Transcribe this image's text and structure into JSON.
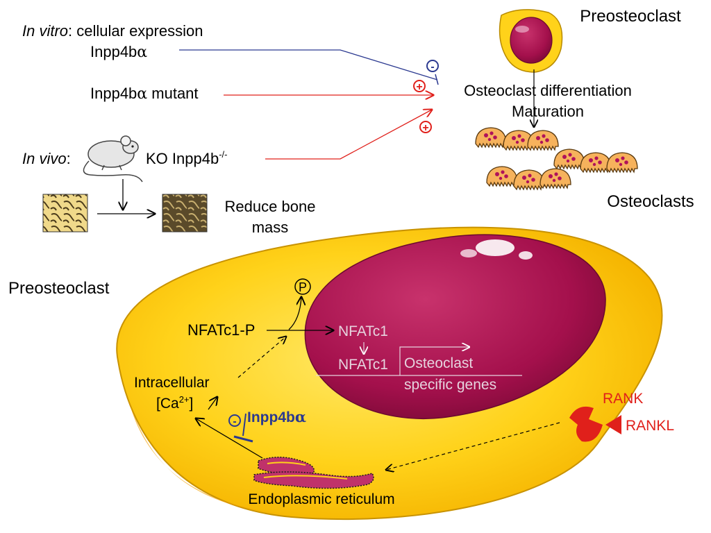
{
  "top": {
    "in_vitro": "In vitro",
    "in_vitro_rest": ": cellular expression",
    "inpp4b": "Inpp4b",
    "alpha": "α",
    "mutant_prefix": "Inpp4b",
    "mutant_suffix": " mutant",
    "in_vivo": "In vivo",
    "in_vivo_colon": ":",
    "ko_prefix": "KO Inpp4b",
    "ko_sup": "-/-",
    "reduce_line1": "Reduce bone",
    "reduce_line2": "mass",
    "minus": "-",
    "plus": "+",
    "preosteoclast": "Preosteoclast",
    "diff_line1": "Osteoclast differentiation",
    "diff_line2": "Maturation",
    "osteoclasts": "Osteoclasts"
  },
  "cell": {
    "preosteoclast": "Preosteoclast",
    "phospho": "P",
    "nfatc1p": "NFATc1-P",
    "nfatc1_a": "NFATc1",
    "nfatc1_b": "NFATc1",
    "genes_line1": "Osteoclast",
    "genes_line2": "specific genes",
    "intracellular": "Intracellular",
    "ca_open": "[Ca",
    "ca_sup": "2+",
    "ca_close": "]",
    "minus": "-",
    "inpp4b": "Inpp4b",
    "alpha": "α",
    "er": "Endoplasmic reticulum",
    "rank": "RANK",
    "rankl": "RANKL"
  },
  "colors": {
    "inhibit_blue": "#2b3990",
    "activate_red": "#e0201b",
    "cell_yellow": "#f7c400",
    "nucleus": "#a8124f",
    "genes_text": "#e6d3de"
  }
}
